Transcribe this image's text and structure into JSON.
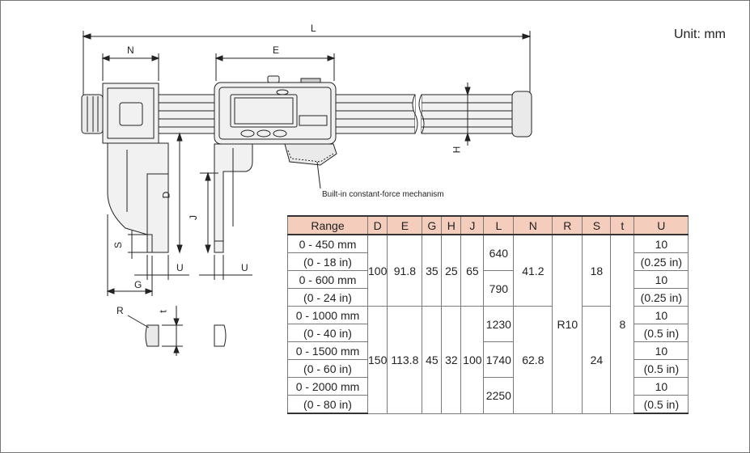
{
  "unit_label": "Unit: mm",
  "mechanism_label": "Built-in constant-force mechanism",
  "dim_labels": {
    "L": "L",
    "N": "N",
    "E": "E",
    "H": "H",
    "D": "D",
    "J": "J",
    "S": "S",
    "U1": "U",
    "U2": "U",
    "G": "G",
    "R": "R",
    "t": "t"
  },
  "table": {
    "headers": [
      "Range",
      "D",
      "E",
      "G",
      "H",
      "J",
      "L",
      "N",
      "R",
      "S",
      "t",
      "U"
    ],
    "ranges": [
      "0 - 450 mm",
      "(0 - 18 in)",
      "0 - 600 mm",
      "(0 - 24 in)",
      "0 - 1000 mm",
      "(0 - 40 in)",
      "0 - 1500 mm",
      "(0 - 60 in)",
      "0 - 2000 mm",
      "(0 - 80 in)"
    ],
    "groupA": {
      "D": "100",
      "E": "91.8",
      "G": "35",
      "H": "25",
      "J": "65",
      "N": "41.2",
      "S": "18"
    },
    "groupB": {
      "D": "150",
      "E": "113.8",
      "G": "45",
      "H": "32",
      "J": "100",
      "N": "62.8",
      "S": "24"
    },
    "L_values": [
      "640",
      "790",
      "1230",
      "1740",
      "2250"
    ],
    "R": "R10",
    "t": "8",
    "U_values": [
      "10",
      "(0.25 in)",
      "10",
      "(0.25 in)",
      "10",
      "(0.5 in)",
      "10",
      "(0.5 in)",
      "10",
      "(0.5 in)"
    ]
  }
}
